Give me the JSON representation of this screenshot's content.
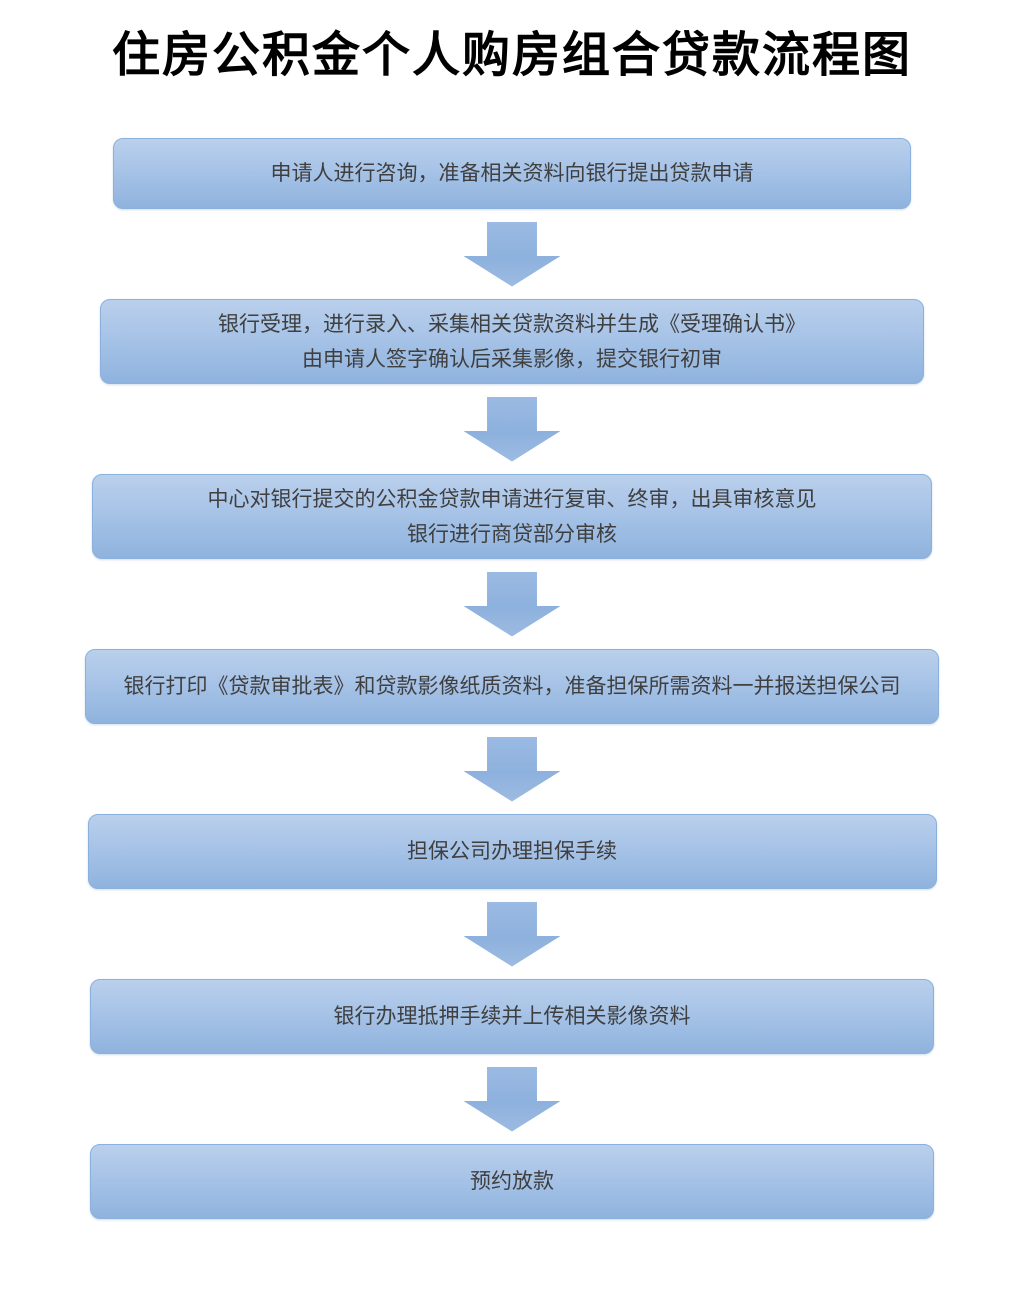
{
  "title": "住房公积金个人购房组合贷款流程图",
  "flowchart": {
    "type": "flowchart",
    "direction": "top-to-bottom",
    "connector_style": "down-block-arrow",
    "steps": [
      {
        "order": 1,
        "text": "申请人进行咨询，准备相关资料向银行提出贷款申请"
      },
      {
        "order": 2,
        "text": "银行受理，进行录入、采集相关贷款资料并生成《受理确认书》\n由申请人签字确认后采集影像，提交银行初审"
      },
      {
        "order": 3,
        "text": "中心对银行提交的公积金贷款申请进行复审、终审，出具审核意见\n银行进行商贷部分审核"
      },
      {
        "order": 4,
        "text": "银行打印《贷款审批表》和贷款影像纸质资料，准备担保所需资料一并报送担保公司"
      },
      {
        "order": 5,
        "text": "担保公司办理担保手续"
      },
      {
        "order": 6,
        "text": "银行办理抵押手续并上传相关影像资料"
      },
      {
        "order": 7,
        "text": "预约放款"
      }
    ]
  },
  "colors": {
    "background": "#ffffff",
    "title_text": "#000000",
    "box_fill_top": "#bad0ec",
    "box_fill_bottom": "#8fb3de",
    "box_border": "#8ab0de",
    "arrow_fill": "#8fb2dd",
    "box_text": "#3f3f3f"
  }
}
